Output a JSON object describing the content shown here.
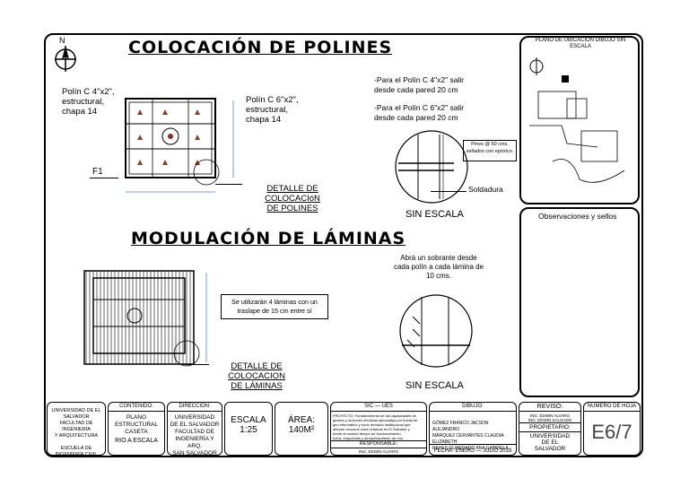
{
  "sheet": {
    "title_top": "COLOCACIÓN DE POLINES",
    "title_mid": "MODULACIÓN DE LÁMINAS",
    "north": "N"
  },
  "polines": {
    "label_left": "Polín C 4\"x2\",\nestructural,\nchapa 14",
    "label_right": "Polín C 6\"x2\",\nestructural,\nchapa 14",
    "f1": "F1",
    "detail_label": "DETALLE DE COLOCACIóN\nDE POLINES",
    "note1": "-Para el Polín C 4\"x2\" salir\ndesde cada pared 20 cm",
    "note2": "-Para el Polín C 6\"x2\" salir\ndesde cada pared 20 cm",
    "detail_box": "Pines @ 60 cms,\nsellados con epóxico.",
    "soldadura": "Soldadura",
    "sin_escala": "SIN ESCALA"
  },
  "laminas": {
    "note": "Abrá un sobrante desde\ncada polín a cada lámina de\n10 cms.",
    "callout": "Se utilizarán 4 láminas con un\ntraslape de 15 cm entre sí",
    "detail_label": "DETALLE DE COLOCACION\nDE LÁMINAS",
    "sin_escala": "SIN ESCALA"
  },
  "right_panel": {
    "map_title": "PLANO DE UBICACIÓN DIBUJO SIN\nESCALA",
    "observaciones": "Observaciones y sellos"
  },
  "title_block": {
    "school": "UNIVERSIDAD DE EL SALVADOR\nFACULTAD DE INGENIERÍA\nY ARQUITECTURA\n\nESCUELA DE INGENIERÍA CIVIL",
    "contenido_h": "CONTENIDO:",
    "contenido": "PLANO\nESTRUCTURAL\nCASETA",
    "contenido_sub": "RIO A ESCALA",
    "direccion_h": "DIRECCIÓN:",
    "direccion": "UNIVERSIDAD\nDE EL SALVADOR\nFACULTAD DE\nINGENIERÍA Y ARQ.\nSAN SALVADOR",
    "escala": "ESCALA\n1:25",
    "area": "ÁREA:\n140M²",
    "sic_h": "SIC — UES",
    "sic": "PROYECTO: Fortalecimiento de las capacidades de\ngestión y acciones efectivas ejecutadas por líneas de\ngeo informático y socio decisión institucional que\nafectan recursos clave urbanas en El Salvador y\nfrente al modelo tiempo de funcionamiento\nfuera, respuestas y almacenamiento de ríos.",
    "responsable_h": "RESPONSABLE:",
    "responsable": "ING. EDWIN ALVARO\nING. EDWIN SALGADO",
    "dibujo_h": "DIBUJO:",
    "dibujo": "GÓMEZ FRANCO JACSON ALEJANDRO\nMÁRQUEZ CERVANTES CLAUDIA ELIZABETH\nREYES GUARDADO ANA GABRIELA",
    "fecha": "FECHA: ENERO — JULIO 2019",
    "reviso_h": "REVISÓ:",
    "reviso": "ING. EDWIN ALVARO\nING. EDWIN SALGADO",
    "propietario_h": "PROPIETARIO:",
    "propietario": "UNIVERSIDAD\nDE EL\nSALVADOR",
    "hoja_h": "NÚMERO DE HOJA",
    "hoja": "E6/7"
  }
}
